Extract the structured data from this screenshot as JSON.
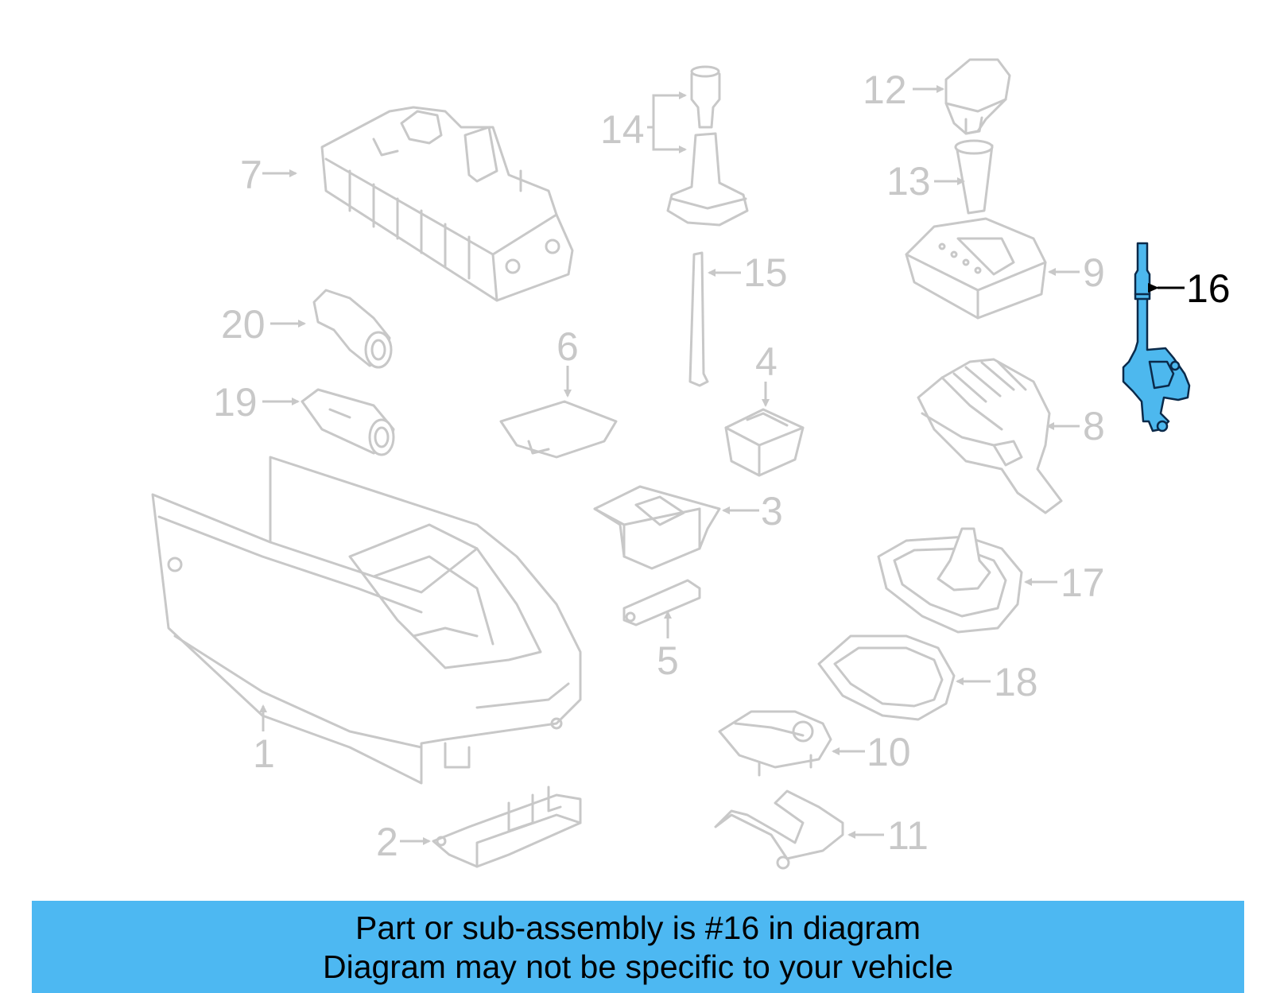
{
  "callouts": [
    {
      "id": "1",
      "label": "1"
    },
    {
      "id": "2",
      "label": "2"
    },
    {
      "id": "3",
      "label": "3"
    },
    {
      "id": "4",
      "label": "4"
    },
    {
      "id": "5",
      "label": "5"
    },
    {
      "id": "6",
      "label": "6"
    },
    {
      "id": "7",
      "label": "7"
    },
    {
      "id": "8",
      "label": "8"
    },
    {
      "id": "9",
      "label": "9"
    },
    {
      "id": "10",
      "label": "10"
    },
    {
      "id": "11",
      "label": "11"
    },
    {
      "id": "12",
      "label": "12"
    },
    {
      "id": "13",
      "label": "13"
    },
    {
      "id": "14",
      "label": "14"
    },
    {
      "id": "15",
      "label": "15"
    },
    {
      "id": "16",
      "label": "16"
    },
    {
      "id": "17",
      "label": "17"
    },
    {
      "id": "18",
      "label": "18"
    },
    {
      "id": "19",
      "label": "19"
    },
    {
      "id": "20",
      "label": "20"
    }
  ],
  "highlighted_callout": "16",
  "colors": {
    "highlight_part": "#4db8ee",
    "banner": "#4db8f2",
    "faded_parts": "#c8c8c8"
  },
  "banner": {
    "line1": "Part or sub-assembly is #16 in diagram",
    "line2": "Diagram may not be specific to your vehicle"
  }
}
